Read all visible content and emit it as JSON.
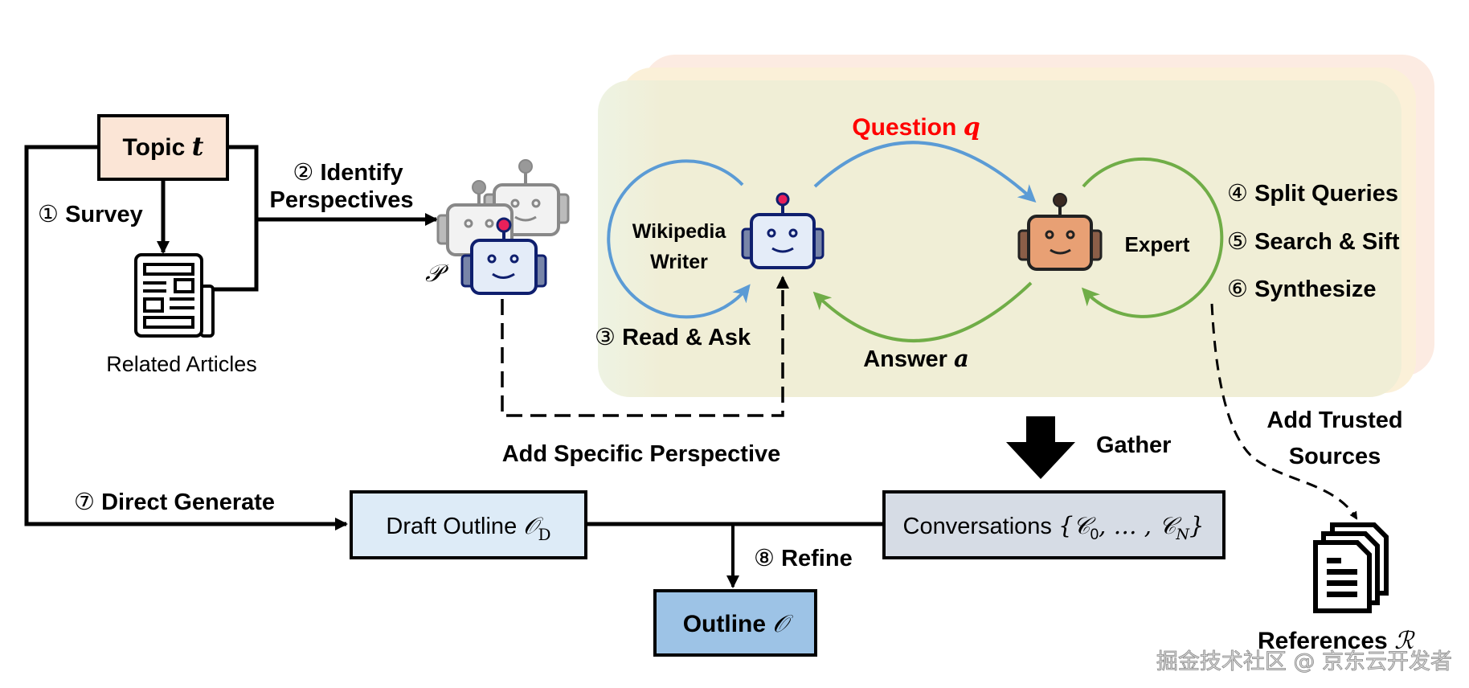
{
  "title": "Pipeline diagram: topic to outline via perspective-guided conversations",
  "nodes": {
    "topic": {
      "label": "Topic",
      "symbol": "t"
    },
    "related_articles": {
      "label": "Related Articles"
    },
    "perspectives": {
      "symbol": "𝒫"
    },
    "writer": {
      "line1": "Wikipedia",
      "line2": "Writer"
    },
    "expert": {
      "label": "Expert"
    },
    "draft_outline": {
      "label": "Draft Outline",
      "symbol": "𝒪",
      "subscript": "D"
    },
    "conversations": {
      "label": "Conversations",
      "set": "{𝒞",
      "sub0": "0",
      "mid": ", … , 𝒞",
      "subN": "N",
      "close": "}"
    },
    "outline": {
      "label": "Outline",
      "symbol": "𝒪"
    },
    "references": {
      "label": "References",
      "symbol": "ℛ"
    }
  },
  "steps": {
    "s1": {
      "num": "①",
      "label": "Survey"
    },
    "s2": {
      "num": "②",
      "line1": "Identify",
      "line2": "Perspectives"
    },
    "s3": {
      "num": "③",
      "label": "Read & Ask"
    },
    "s4": {
      "num": "④",
      "label": "Split Queries"
    },
    "s5": {
      "num": "⑤",
      "label": "Search & Sift"
    },
    "s6": {
      "num": "⑥",
      "label": "Synthesize"
    },
    "s7": {
      "num": "⑦",
      "label": "Direct Generate"
    },
    "s8": {
      "num": "⑧",
      "label": "Refine"
    }
  },
  "edges": {
    "question": {
      "label": "Question",
      "symbol": "q"
    },
    "answer": {
      "label": "Answer",
      "symbol": "a"
    },
    "add_perspective": "Add Specific Perspective",
    "gather": "Gather",
    "trusted_line1": "Add Trusted",
    "trusted_line2": "Sources"
  },
  "watermark": "掘金技术社区 @ 京东云开发者",
  "colors": {
    "topic_fill": "#fbe5d6",
    "draft_fill": "#ddebf7",
    "outline_fill": "#9dc3e6",
    "conv_fill": "#d6dce5",
    "question_red": "#ff0000",
    "blue_arrow": "#5b9bd5",
    "green_arrow": "#70ad47",
    "panel": "#f0eed6"
  }
}
